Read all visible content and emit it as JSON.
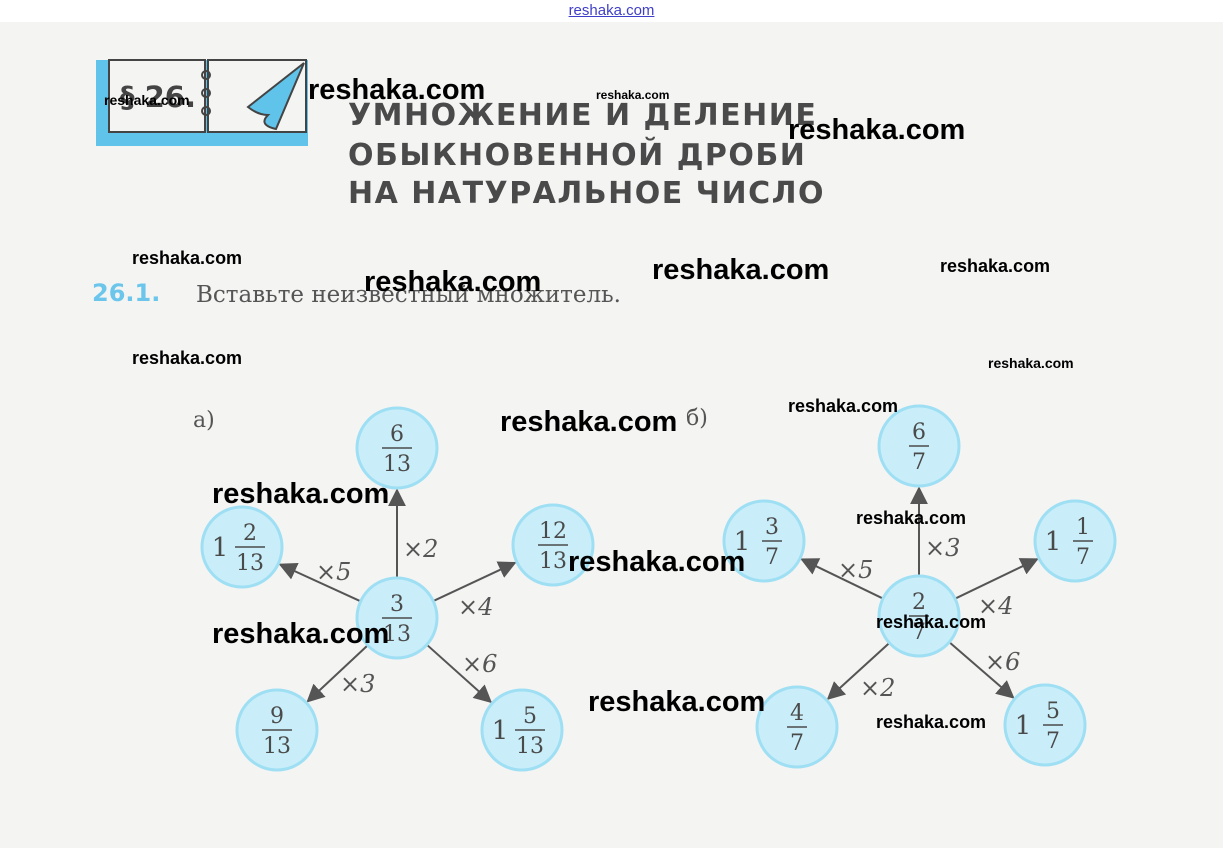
{
  "site": {
    "top_link": "reshaka.com"
  },
  "header": {
    "section_label": "§ 26.",
    "title_lines": [
      "УМНОЖЕНИЕ И ДЕЛЕНИЕ",
      "ОБЫКНОВЕННОЙ ДРОБИ",
      "НА НАТУРАЛЬНОЕ ЧИСЛО"
    ]
  },
  "exercise": {
    "number": "26.1.",
    "text": "Вставьте неизвестный множитель."
  },
  "diagram_a": {
    "label": "а)",
    "center": {
      "num": "3",
      "den": "13"
    },
    "nodes": [
      {
        "whole": "",
        "num": "6",
        "den": "13",
        "mult": "×2"
      },
      {
        "whole": "",
        "num": "12",
        "den": "13",
        "mult": "×4"
      },
      {
        "whole": "1",
        "num": "5",
        "den": "13",
        "mult": "×6"
      },
      {
        "whole": "",
        "num": "9",
        "den": "13",
        "mult": "×3"
      },
      {
        "whole": "1",
        "num": "2",
        "den": "13",
        "mult": "×5"
      }
    ]
  },
  "diagram_b": {
    "label": "б)",
    "center": {
      "num": "2",
      "den": "7"
    },
    "nodes": [
      {
        "whole": "",
        "num": "6",
        "den": "7",
        "mult": "×3"
      },
      {
        "whole": "1",
        "num": "1",
        "den": "7",
        "mult": "×4"
      },
      {
        "whole": "1",
        "num": "5",
        "den": "7",
        "mult": "×6"
      },
      {
        "whole": "",
        "num": "4",
        "den": "7",
        "mult": "×2"
      },
      {
        "whole": "1",
        "num": "3",
        "den": "7",
        "mult": "×5"
      }
    ]
  },
  "watermark": "reshaka.com",
  "colors": {
    "accent_blue": "#5fc3ea",
    "circle_fill": "#c9eef9",
    "circle_stroke": "#9fdff4",
    "text": "#4a4a4a"
  }
}
